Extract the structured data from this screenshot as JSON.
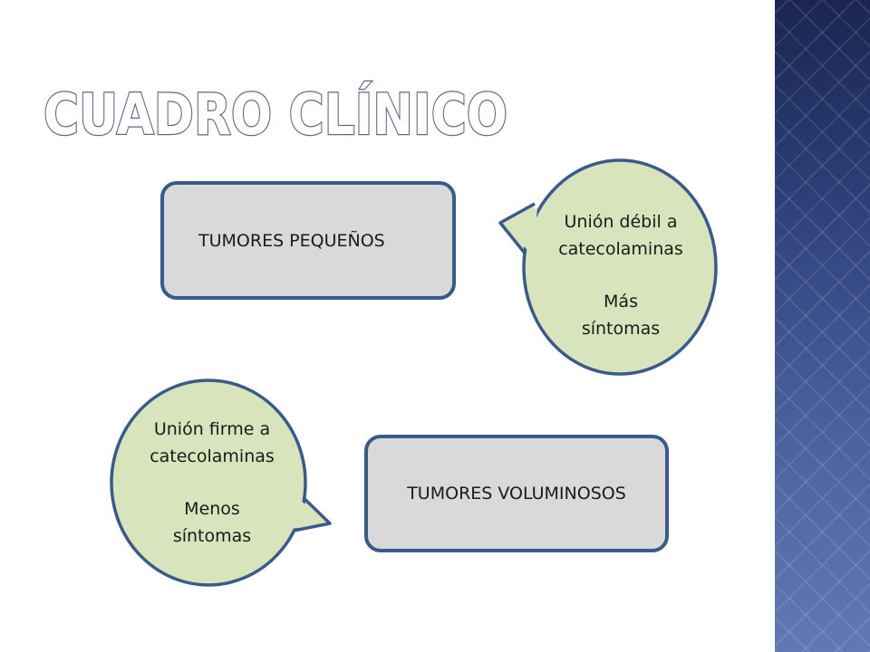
{
  "slide": {
    "title": "CUADRO CLÍNICO",
    "boxes": {
      "small_tumors": "TUMORES PEQUEÑOS",
      "large_tumors": "TUMORES VOLUMINOSOS"
    },
    "callouts": {
      "top": {
        "line1": "Unión débil a",
        "line2": "catecolaminas",
        "line3": "Más",
        "line4": "síntomas"
      },
      "bottom": {
        "line1": "Unión firme a",
        "line2": "catecolaminas",
        "line3": "Menos",
        "line4": "síntomas"
      }
    }
  },
  "colors": {
    "accent": "#3a5a8a",
    "box_fill": "#d9d9d9",
    "callout_fill": "#d8e4bc",
    "panel": "#2d3f78"
  }
}
